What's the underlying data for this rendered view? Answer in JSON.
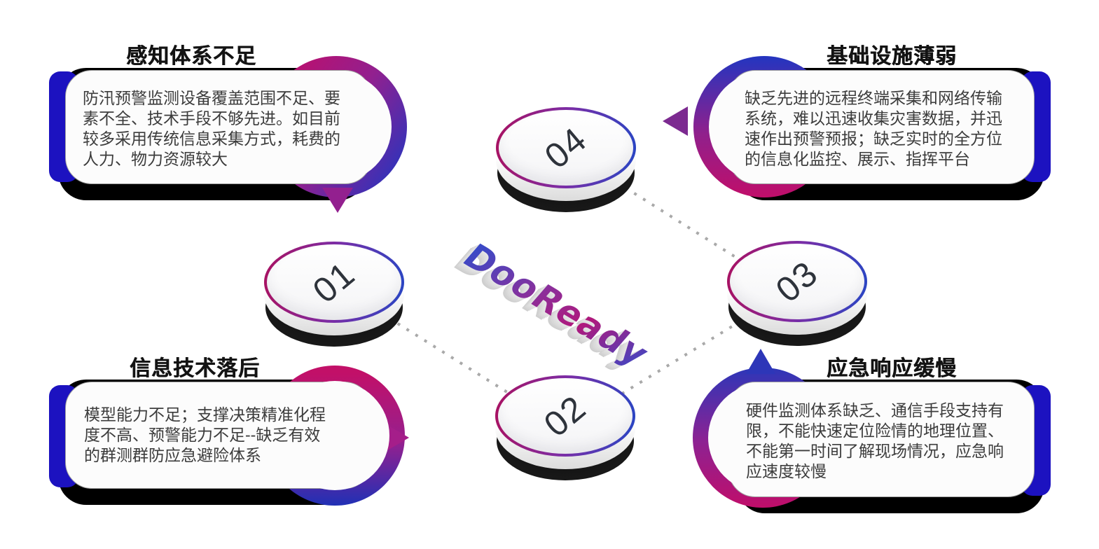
{
  "logo": {
    "text": "DooReady"
  },
  "steps": [
    {
      "number": "01",
      "title": "感知体系不足",
      "body": "防汛预警监测设备覆盖范围不足、要\n素不全、技术手段不够先进。如目前\n较多采用传统信息采集方式，耗费的\n人力、物力资源较大"
    },
    {
      "number": "02",
      "title": "信息技术落后",
      "body": "模型能力不足；支撑决策精准化程\n度不高、预警能力不足--缺乏有效\n的群测群防应急避险体系"
    },
    {
      "number": "03",
      "title": "应急响应缓慢",
      "body": "硬件监测体系缺乏、通信手段支持有\n限，不能快速定位险情的地理位置、\n不能第一时间了解现场情况，应急响\n应速度较慢"
    },
    {
      "number": "04",
      "title": "基础设施薄弱",
      "body": "缺乏先进的远程终端采集和网络传输\n系统，难以迅速收集灾害数据，并迅\n速作出预警预报；缺乏实时的全方位\n的信息化监控、展示、指挥平台"
    }
  ],
  "colors": {
    "accent_blue_bar": "#1c12c0",
    "gradient_magenta": "#c00e6a",
    "gradient_purple": "#8b2f9b",
    "gradient_blue": "#2335c0",
    "ring_left": "#aa1160",
    "ring_right": "#2746c4",
    "shadow": "#000000",
    "body_text": "#3c3c3c",
    "number_text": "#2e333b",
    "connector_dots": "#a9a9a9"
  }
}
